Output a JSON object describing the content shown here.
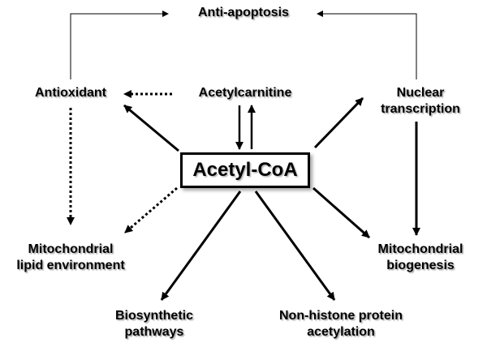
{
  "diagram": {
    "hub": "Acetyl-CoA",
    "anti_apoptosis": "Anti-apoptosis",
    "antioxidant": "Antioxidant",
    "acetylcarnitine": "Acetylcarnitine",
    "nuclear_transcription": [
      "Nuclear",
      "transcription"
    ],
    "mito_lipid": [
      "Mitochondrial",
      "lipid environment"
    ],
    "mito_biogenesis": [
      "Mitochondrial",
      "biogenesis"
    ],
    "biosynthetic": [
      "Biosynthetic",
      "pathways"
    ],
    "nonhistone": [
      "Non-histone protein",
      "acetylation"
    ]
  }
}
